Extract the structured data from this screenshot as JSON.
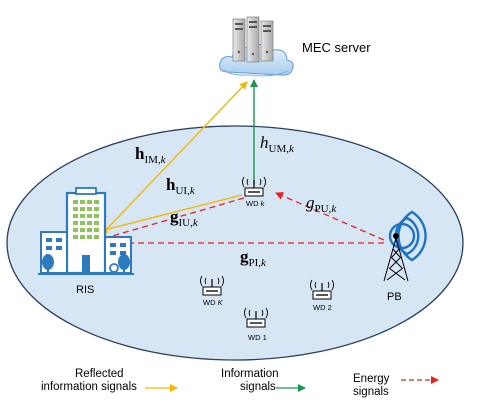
{
  "nodes": {
    "mec_server": "MEC server",
    "ris": "RIS",
    "pb": "PB",
    "wd_k": "WD",
    "wd_k_idx": "k",
    "wd_K": "WD",
    "wd_K_idx": "K",
    "wd_1": "WD 1",
    "wd_2": "WD 2"
  },
  "channels": {
    "h_IM_k": {
      "sym": "h",
      "sub": "IM,",
      "idx": "k"
    },
    "h_UM_k": {
      "sym": "h",
      "sub": "UM,",
      "idx": "k"
    },
    "h_UI_k": {
      "sym": "h",
      "sub": "UI,",
      "idx": "k"
    },
    "g_IU_k": {
      "sym": "g",
      "sub": "IU,",
      "idx": "k"
    },
    "g_PU_k": {
      "sym": "g",
      "sub": "PU,",
      "idx": "k"
    },
    "g_PI_k": {
      "sym": "g",
      "sub": "PI,",
      "idx": "k"
    }
  },
  "legend": {
    "reflected_line1": "Reflected",
    "reflected_line2": "information signals",
    "information_line1": "Information",
    "information_line2": "signals",
    "energy_line1": "Energy",
    "energy_line2": "signals"
  },
  "colors": {
    "reflected": "#f5b800",
    "information": "#1a9650",
    "energy": "#e8211e",
    "ellipse_fill": "#d6e6f5",
    "ellipse_stroke": "#2a3f5f",
    "ris_blue": "#2e7ac0",
    "pb_blue": "#1e73c7"
  },
  "icons": [
    "server-icon",
    "cloud-icon",
    "building-icon",
    "tower-icon",
    "router-icon"
  ]
}
